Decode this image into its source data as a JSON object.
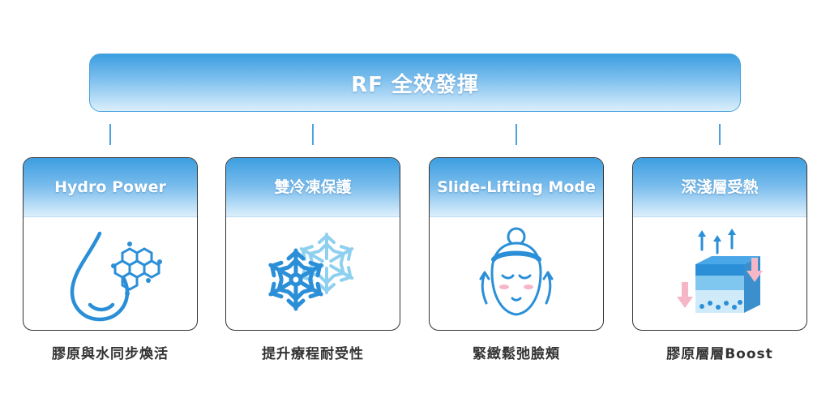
{
  "banner": {
    "title": "RF 全效發揮"
  },
  "features": [
    {
      "title": "Hydro Power",
      "icon": "water-drop-molecule-icon",
      "caption": "膠原與水同步煥活"
    },
    {
      "title": "雙冷凍保護",
      "icon": "snowflake-icon",
      "caption": "提升療程耐受性"
    },
    {
      "title": "Slide-Lifting Mode",
      "icon": "face-lifting-icon",
      "caption": "緊緻鬆弛臉頰"
    },
    {
      "title": "深淺層受熱",
      "icon": "skin-layer-heat-icon",
      "caption": "膠原層層Boost"
    }
  ],
  "colors": {
    "primary_blue": "#2b8fd8",
    "light_blue": "#8fd0f0",
    "pink_arrow": "#f5b7c8",
    "text_dark": "#333333"
  }
}
